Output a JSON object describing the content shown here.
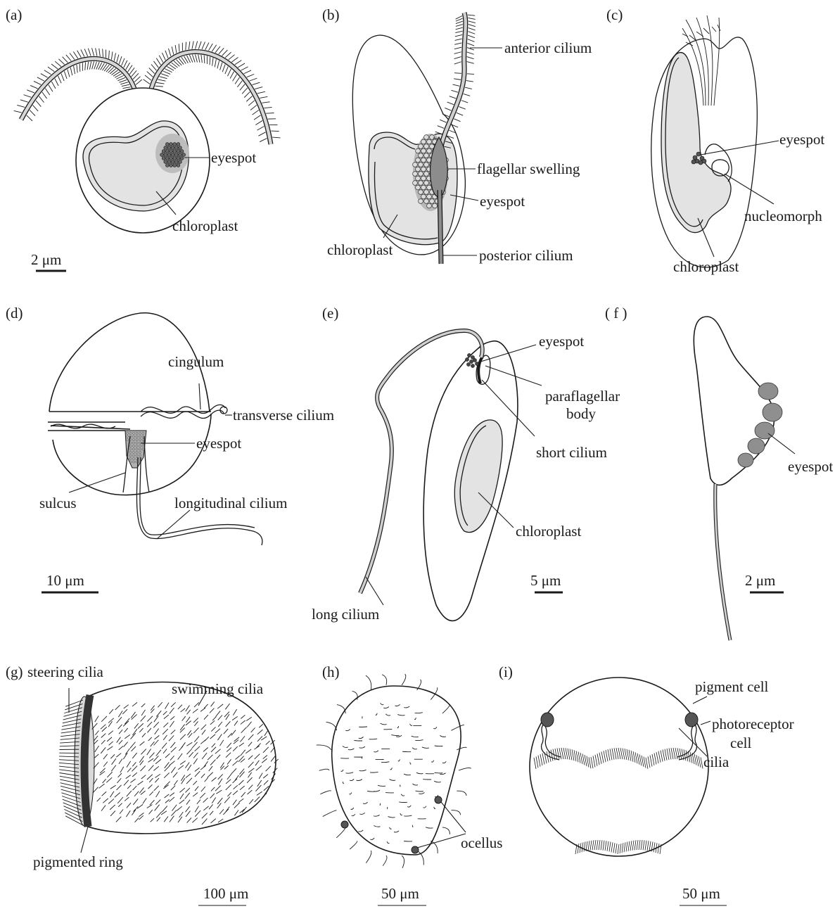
{
  "panels": {
    "a": {
      "tag": "(a)",
      "labels": {
        "eyespot": "eyespot",
        "chloroplast": "chloroplast"
      },
      "scale": "2 μm"
    },
    "b": {
      "tag": "(b)",
      "labels": {
        "anterior": "anterior cilium",
        "swelling": "flagellar swelling",
        "eyespot": "eyespot",
        "chloroplast": "chloroplast",
        "posterior": "posterior cilium"
      }
    },
    "c": {
      "tag": "(c)",
      "labels": {
        "eyespot": "eyespot",
        "nucleomorph": "nucleomorph",
        "chloroplast": "chloroplast"
      }
    },
    "d": {
      "tag": "(d)",
      "labels": {
        "cingulum": "cingulum",
        "transverse": "transverse cilium",
        "eyespot": "eyespot",
        "sulcus": "sulcus",
        "longitudinal": "longitudinal cilium"
      },
      "scale": "10 μm"
    },
    "e": {
      "tag": "(e)",
      "labels": {
        "eyespot": "eyespot",
        "paraflagellar1": "paraflagellar",
        "paraflagellar2": "body",
        "short": "short cilium",
        "chloroplast": "chloroplast",
        "long": "long cilium"
      },
      "scale": "5 μm"
    },
    "f": {
      "tag": "( f )",
      "labels": {
        "eyespot": "eyespot"
      },
      "scale": "2 μm"
    },
    "g": {
      "tag": "(g)",
      "labels": {
        "steering": "steering cilia",
        "swimming": "swimming cilia",
        "ring": "pigmented ring"
      },
      "scale": "100 μm"
    },
    "h": {
      "tag": "(h)",
      "labels": {
        "ocellus": "ocellus"
      },
      "scale": "50 μm"
    },
    "i": {
      "tag": "(i)",
      "labels": {
        "pigment": "pigment cell",
        "photo1": "photoreceptor",
        "photo2": "cell",
        "cilia": "cilia"
      },
      "scale": "50 μm"
    }
  }
}
